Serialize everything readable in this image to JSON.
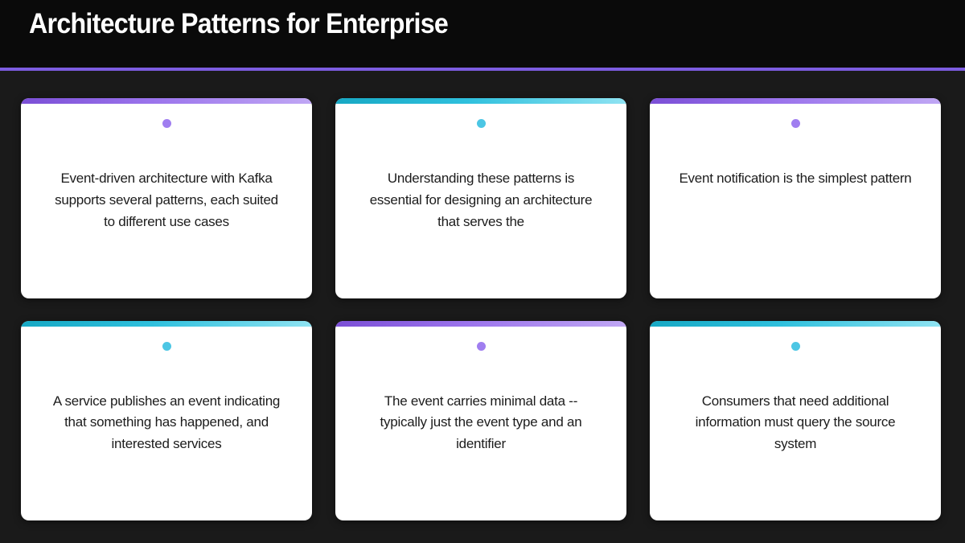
{
  "header": {
    "title": "Architecture Patterns for Enterprise",
    "accent_color": "#7c5ce0",
    "background": "#0a0a0a"
  },
  "theme": {
    "slide_background": "#1a1a1a",
    "card_background": "#ffffff",
    "purple_accent": "#9b74ec",
    "teal_accent": "#2fc0dd",
    "purple_dot": "#a07ef0",
    "teal_dot": "#4cc6e4",
    "text_color": "#1c1c1c"
  },
  "cards": [
    {
      "accent": "purple",
      "dot": "purple-dot",
      "text": "Event-driven architecture with Kafka supports several patterns, each suited to different use cases"
    },
    {
      "accent": "teal",
      "dot": "teal-dot",
      "text": "Understanding these patterns is essential for designing an architecture that serves the"
    },
    {
      "accent": "purple",
      "dot": "purple-dot",
      "text": "Event notification is the simplest pattern"
    },
    {
      "accent": "teal",
      "dot": "teal-dot",
      "text": "A service publishes an event indicating that something has happened, and interested services"
    },
    {
      "accent": "purple",
      "dot": "purple-dot",
      "text": "The event carries minimal data -- typically just the event type and an identifier"
    },
    {
      "accent": "teal",
      "dot": "teal-dot",
      "text": "Consumers that need additional information must query the source system"
    }
  ]
}
